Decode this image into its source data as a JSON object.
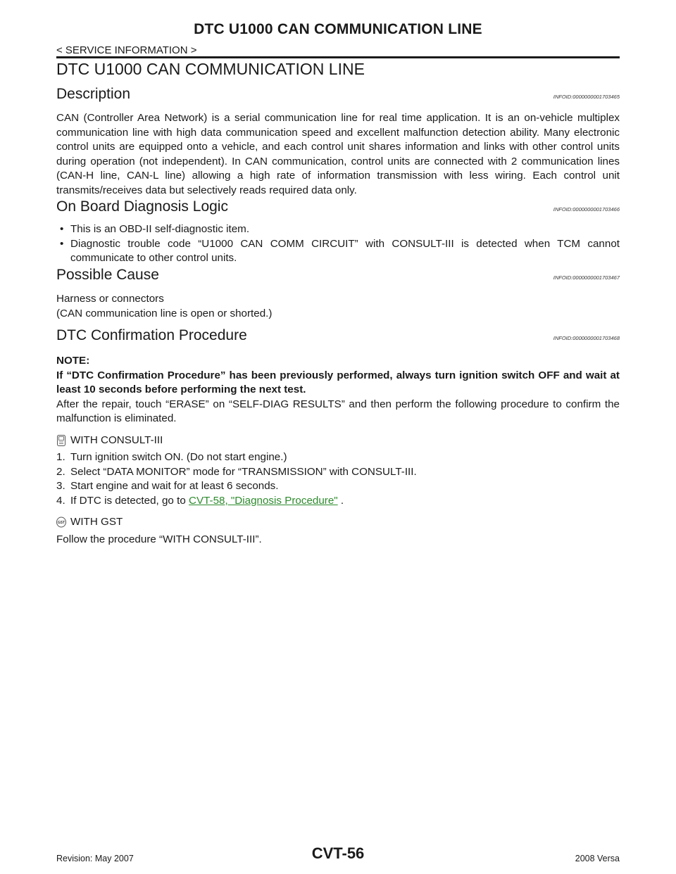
{
  "header": {
    "title": "DTC U1000 CAN COMMUNICATION LINE",
    "breadcrumb": "< SERVICE INFORMATION >"
  },
  "page_title": "DTC U1000 CAN COMMUNICATION LINE",
  "sections": {
    "description": {
      "title": "Description",
      "infoid": "INFOID:0000000001703465",
      "text": "CAN (Controller Area Network) is a serial communication line for real time application. It is an on-vehicle multiplex communication line with high data communication speed and excellent malfunction detection ability. Many electronic control units are equipped onto a vehicle, and each control unit shares information and links with other control units during operation (not independent). In CAN communication, control units are connected with 2 communication lines (CAN-H line, CAN-L line) allowing a high rate of information transmission with less wiring. Each control unit transmits/receives data but selectively reads required data only."
    },
    "obd_logic": {
      "title": "On Board Diagnosis Logic",
      "infoid": "INFOID:0000000001703466",
      "bullets": [
        "This is an OBD-II self-diagnostic item.",
        "Diagnostic trouble code “U1000 CAN COMM CIRCUIT” with CONSULT-III is detected when TCM cannot communicate to other control units."
      ]
    },
    "possible_cause": {
      "title": "Possible Cause",
      "infoid": "INFOID:0000000001703467",
      "line1": "Harness or connectors",
      "line2": "(CAN communication line is open or shorted.)"
    },
    "dtc_confirmation": {
      "title": "DTC Confirmation Procedure",
      "infoid": "INFOID:0000000001703468",
      "note_label": "NOTE:",
      "note_text": "If “DTC Confirmation Procedure” has been previously performed, always turn ignition switch OFF and wait at least 10 seconds before performing the next test.",
      "after_text": "After the repair, touch “ERASE” on “SELF-DIAG RESULTS” and then perform the following procedure to confirm the malfunction is eliminated.",
      "consult_heading": "WITH CONSULT-III",
      "steps": [
        {
          "num": "1.",
          "text": "Turn ignition switch ON. (Do not start engine.)"
        },
        {
          "num": "2.",
          "text": "Select “DATA MONITOR” mode for “TRANSMISSION” with CONSULT-III."
        },
        {
          "num": "3.",
          "text": "Start engine and wait for at least 6 seconds."
        }
      ],
      "step4_num": "4.",
      "step4_prefix": "If DTC is detected, go to ",
      "step4_link": "CVT-58, \"Diagnosis Procedure\"",
      "step4_suffix": " .",
      "gst_heading": "WITH GST",
      "gst_icon_text": "GST",
      "gst_text": "Follow the procedure “WITH CONSULT-III”."
    }
  },
  "footer": {
    "revision": "Revision: May 2007",
    "page_number": "CVT-56",
    "model": "2008 Versa"
  },
  "colors": {
    "link": "#2e8b2e",
    "text": "#1a1a1a"
  },
  "icons": {
    "consult": "consult-tool-icon",
    "gst": "gst-icon"
  }
}
